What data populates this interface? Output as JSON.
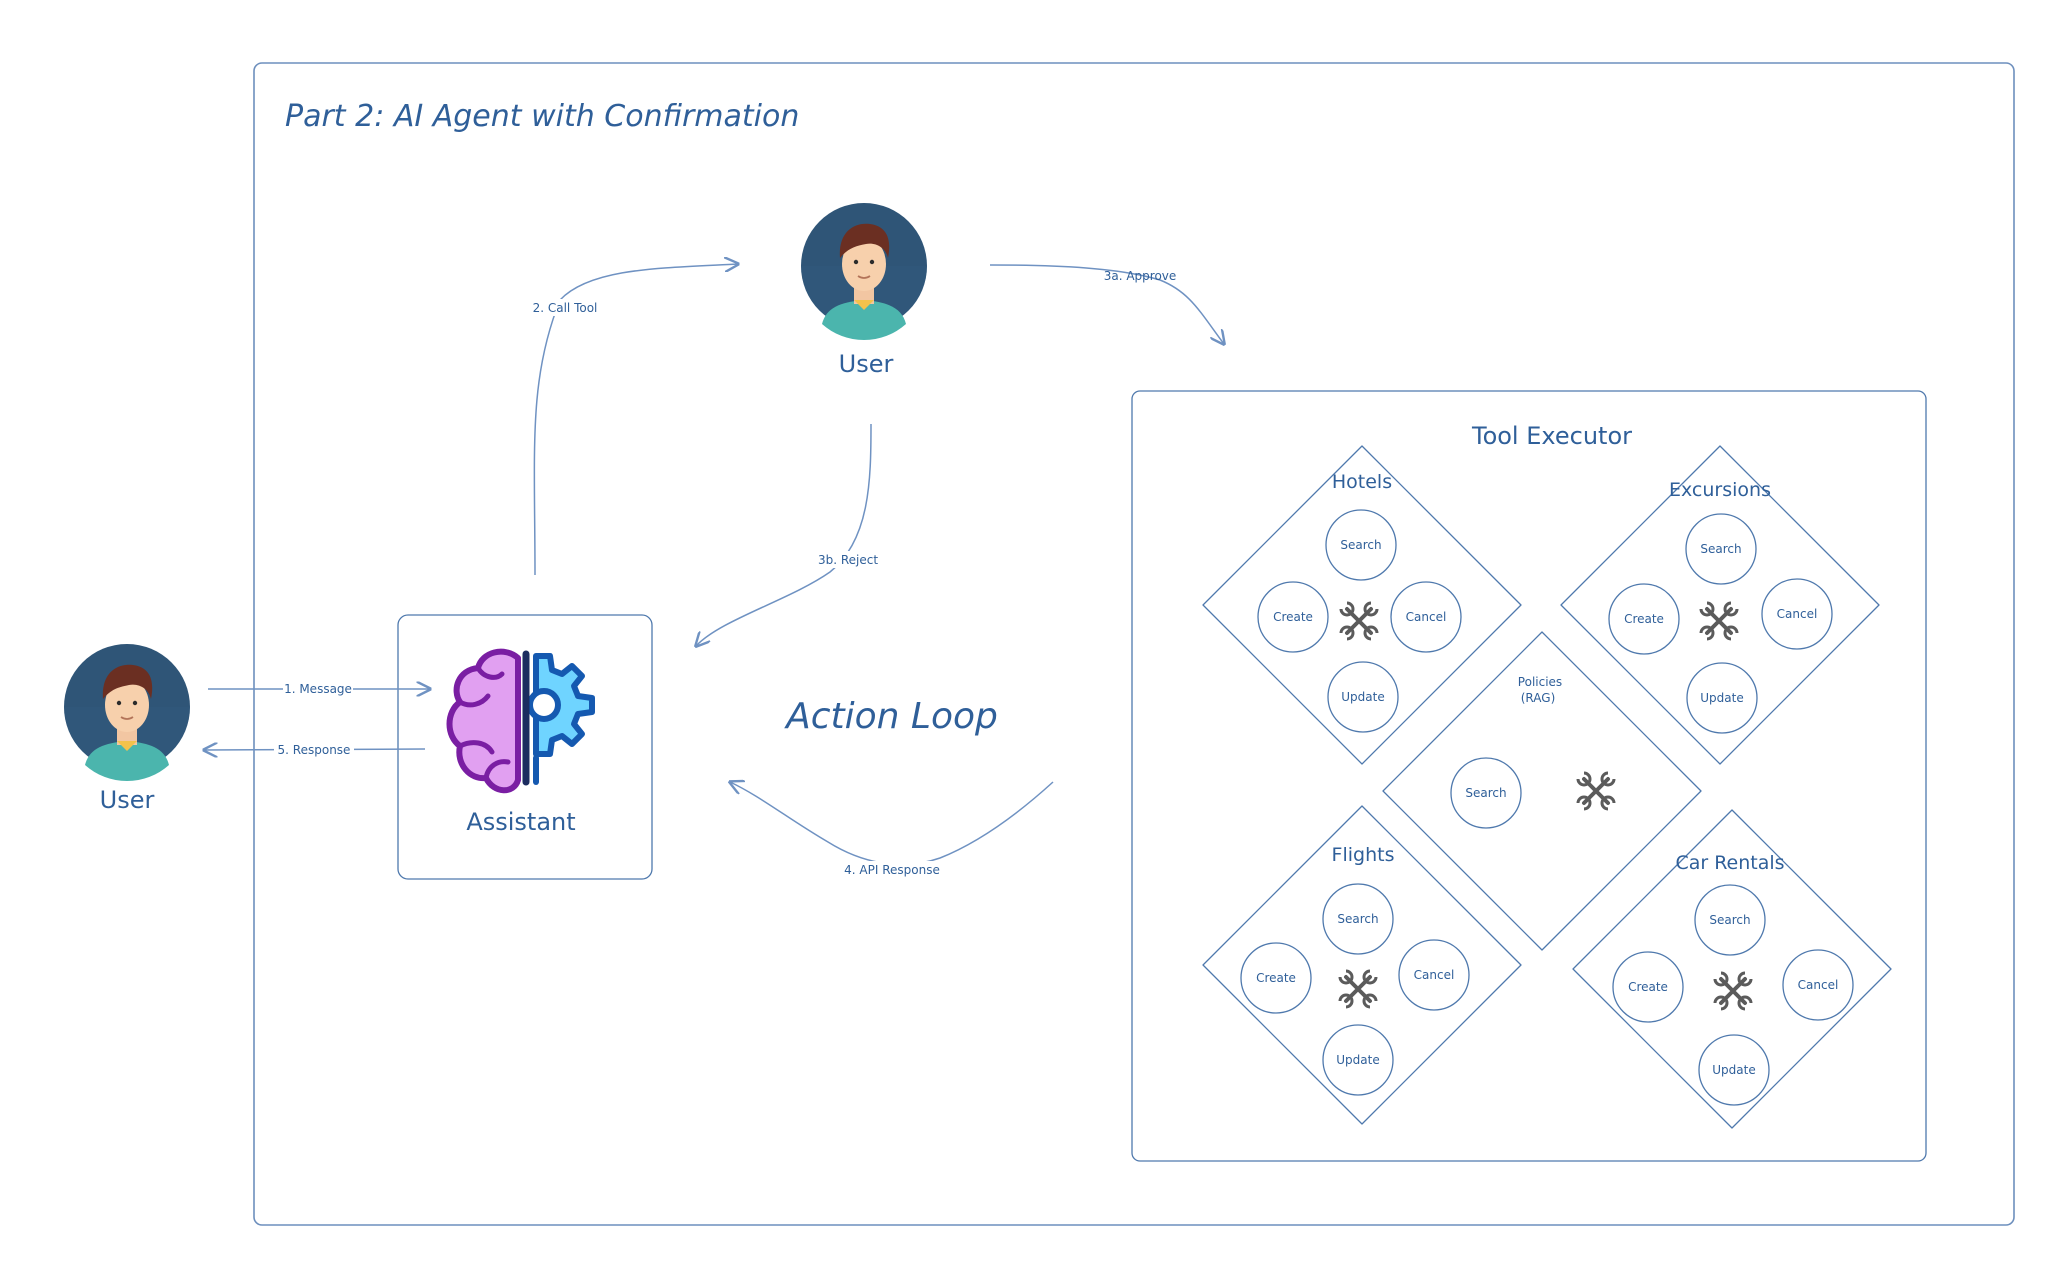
{
  "diagram": {
    "title": "Part 2: AI Agent with Confirmation",
    "action_loop_label": "Action Loop",
    "actors": {
      "left_user_label": "User",
      "top_user_label": "User",
      "assistant_label": "Assistant"
    },
    "edges": {
      "message": "1. Message",
      "response": "5. Response",
      "call_tool": "2. Call Tool",
      "approve": "3a. Approve",
      "reject": "3b. Reject",
      "api_response": "4. API Response"
    },
    "tool_executor": {
      "title": "Tool Executor",
      "hotels": {
        "name": "Hotels",
        "search": "Search",
        "create": "Create",
        "cancel": "Cancel",
        "update": "Update"
      },
      "excursions": {
        "name": "Excursions",
        "search": "Search",
        "create": "Create",
        "cancel": "Cancel",
        "update": "Update"
      },
      "flights": {
        "name": "Flights",
        "search": "Search",
        "create": "Create",
        "cancel": "Cancel",
        "update": "Update"
      },
      "car_rentals": {
        "name": "Car Rentals",
        "search": "Search",
        "create": "Create",
        "cancel": "Cancel",
        "update": "Update"
      },
      "policies": {
        "name_line1": "Policies",
        "name_line2": "(RAG)",
        "search": "Search"
      }
    },
    "icons": [
      "user-avatar-icon",
      "brain-gear-icon",
      "tools-icon"
    ],
    "colors": {
      "stroke": "#4f79ad",
      "text": "#2f5f99",
      "avatar_bg": "#2f5577",
      "brain": "#b33bd6",
      "gear": "#2394ea"
    }
  }
}
